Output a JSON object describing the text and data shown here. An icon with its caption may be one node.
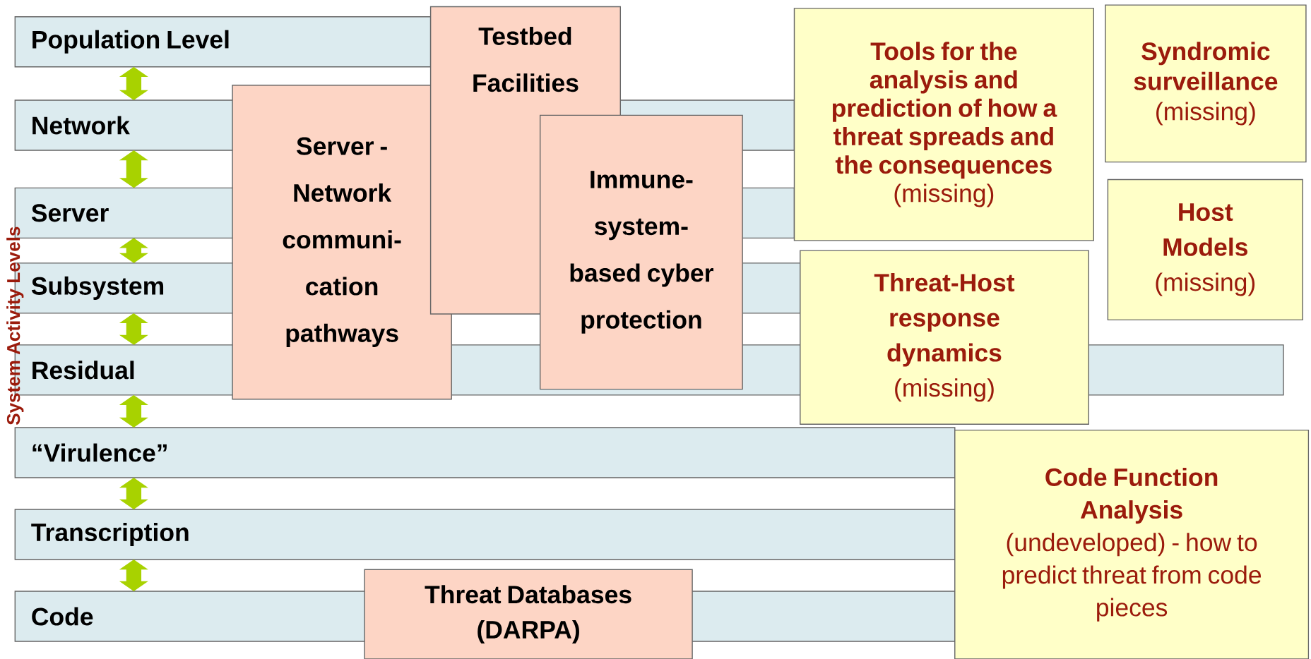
{
  "diagram": {
    "nodes": [
      {
        "text": [
          "Population Level"
        ]
      },
      {
        "text": [
          "Network"
        ]
      },
      {
        "text": [
          "Server"
        ]
      },
      {
        "text": [
          "Subsystem"
        ]
      },
      {
        "text": [
          "Residual"
        ]
      },
      {
        "text": [
          "“Virulence”"
        ]
      },
      {
        "text": [
          "Transcription"
        ]
      },
      {
        "text": [
          "Code"
        ]
      },
      {
        "text": [
          "Server - Network communi- cation pathways"
        ]
      },
      {
        "text": [
          "Testbed Facilities"
        ]
      },
      {
        "text": [
          "Immune- system- based cyber protection"
        ]
      },
      {
        "text": [
          "Threat Databases (DARPA)"
        ]
      },
      {
        "text": [
          "Tools for the analysis and prediction of how a threat spreads and the consequences",
          "(missing)"
        ]
      },
      {
        "text": [
          "Syndromic surveillance",
          "(missing)"
        ]
      },
      {
        "text": [
          "Host Models",
          "(missing)"
        ]
      },
      {
        "text": [
          "Threat-Host response dynamics",
          "(missing)"
        ]
      },
      {
        "text": [
          "Code Function Analysis",
          "(undeveloped) - how to predict threat from code pieces"
        ]
      }
    ],
    "edges": [
      {
        "from": 0,
        "to": 1,
        "arrow": "both"
      },
      {
        "from": 1,
        "to": 2,
        "arrow": "both"
      },
      {
        "from": 2,
        "to": 3,
        "arrow": "both"
      },
      {
        "from": 3,
        "to": 4,
        "arrow": "both"
      },
      {
        "from": 4,
        "to": 5,
        "arrow": "both"
      },
      {
        "from": 5,
        "to": 6,
        "arrow": "both"
      },
      {
        "from": 6,
        "to": 7,
        "arrow": "both"
      }
    ],
    "labels": [
      "System Activity Levels"
    ]
  }
}
